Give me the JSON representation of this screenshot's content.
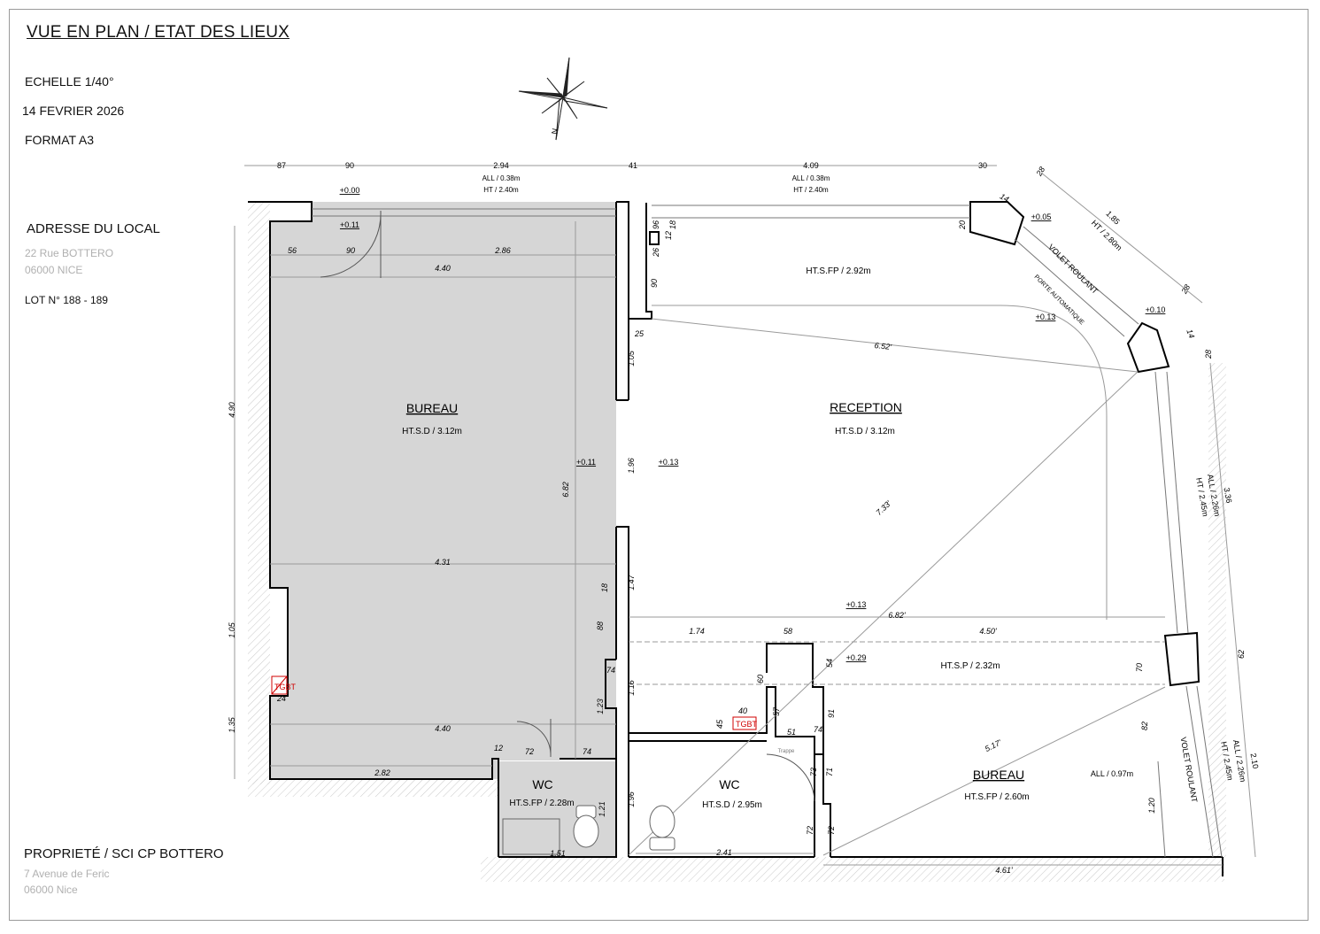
{
  "header": {
    "title": "VUE EN PLAN / ETAT DES LIEUX",
    "scale": "ECHELLE  1/40°",
    "date": "14 FEVRIER 2026",
    "format": "FORMAT  A3"
  },
  "address": {
    "heading": "ADRESSE DU LOCAL",
    "street": "22 Rue BOTTERO",
    "city": "06000  NICE",
    "lot": "LOT N° 188 - 189"
  },
  "owner": {
    "heading": "PROPRIETÉ  /  SCI  CP BOTTERO",
    "street": "7 Avenue  de Feric",
    "city": "06000 Nice"
  },
  "compass": {
    "north_label": "N"
  },
  "rooms": {
    "bureau1": {
      "name": "BUREAU",
      "height": "HT.S.D / 3.12m"
    },
    "reception": {
      "name": "RECEPTION",
      "height": "HT.S.D / 3.12m",
      "height2": "HT.S.FP / 2.92m"
    },
    "wc1": {
      "name": "WC",
      "height": "HT.S.FP / 2.28m"
    },
    "wc2": {
      "name": "WC",
      "height": "HT.S.D / 2.95m"
    },
    "bureau2": {
      "name": "BUREAU",
      "height": "HT.S.FP / 2.60m"
    },
    "corridor": {
      "height": "HT.S.P / 2.32m"
    }
  },
  "levels": [
    "+0.00",
    "+0.11",
    "+0.11",
    "+0.13",
    "+0.13",
    "+0.13",
    "+0.05",
    "+0.10",
    "+0.29"
  ],
  "top_dims": {
    "d87": "87",
    "d90": "90",
    "d294": "2.94",
    "d294_sub1": "ALL / 0.38m",
    "d294_sub2": "HT / 2.40m",
    "d41": "41",
    "d409": "4.09",
    "d409_sub1": "ALL / 0.38m",
    "d409_sub2": "HT / 2.40m",
    "d30": "30"
  },
  "labels": {
    "volet_roulant": "VOLET ROULANT",
    "porte_auto": "PORTE AUTOMATIQUE",
    "volet_roulant2": "VOLET ROULANT",
    "tgbt": "TGBT",
    "trappe": "Trappe",
    "all_097": "ALL / 0.97m",
    "diag_185": "1.85",
    "diag_280": "HT / 2.80m",
    "right_336": "3.36",
    "right_all": "ALL / 2.26m",
    "right_ht": "HT / 2.45m",
    "right_210": "2.10",
    "right_all2": "ALL / 2.26m",
    "right_ht2": "HT / 2.45m"
  },
  "dims": {
    "left_490": "4.90",
    "left_105": "1.05",
    "left_135": "1.35",
    "b56": "56",
    "b90": "90",
    "b286": "2.86",
    "b440": "4.40",
    "b682": "6.82",
    "b431": "4.31",
    "b440b": "4.40",
    "b282": "2.82",
    "b12": "12",
    "b72": "72",
    "b74": "74",
    "b151": "1.51",
    "b121": "1.21",
    "b123": "1.23",
    "b88": "88",
    "b74b": "74",
    "b24": "24",
    "r652": "6.52'",
    "r733": "7.33'",
    "r682": "6.82'",
    "r196": "1.96",
    "r105": "1.05",
    "r90": "90",
    "r25": "25",
    "r147": "1.47",
    "r174": "1.74",
    "r58": "58",
    "r450": "4.50'",
    "r116": "1.16",
    "r196b": "1.96",
    "r241": "2.41",
    "r517": "5.17'",
    "r461": "4.61'",
    "r40": "40",
    "r45": "45",
    "r57": "57",
    "r51": "51",
    "r74": "74",
    "r91": "91",
    "r73": "73",
    "r71": "71",
    "r72": "72",
    "r72b": "72",
    "r82": "82",
    "r120": "1.20",
    "r70": "70",
    "r54": "54",
    "r60": "60",
    "r62": "62",
    "r28a": "28",
    "r28b": "28",
    "r28c": "28",
    "r14a": "14",
    "r14b": "14",
    "r20": "20",
    "r18": "18",
    "r96": "96",
    "r26": "26",
    "r12b": "12",
    "r18b": "18"
  },
  "colors": {
    "shade": "#d9d9d9",
    "wall": "#000000",
    "dim_line": "#444444",
    "red": "#d00000"
  }
}
